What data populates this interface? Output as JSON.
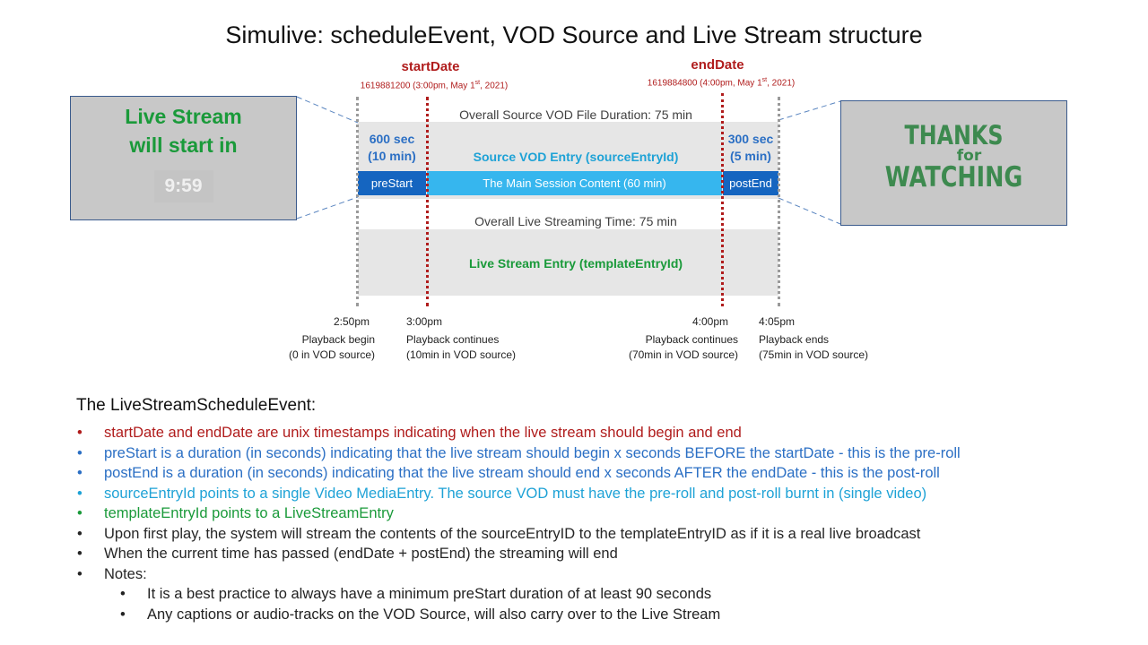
{
  "title": "Simulive: scheduleEvent, VOD Source and Live Stream structure",
  "start_date": {
    "label": "startDate",
    "timestamp": "1619881200 (3:00pm, May 1",
    "ord": "st",
    "year": ", 2021)"
  },
  "end_date": {
    "label": "endDate",
    "timestamp": "1619884800 (4:00pm, May 1",
    "ord": "st",
    "year": ", 2021)"
  },
  "vod": {
    "caption": "Overall Source VOD File Duration: 75 min",
    "pre_dur_1": "600 sec",
    "pre_dur_2": "(10 min)",
    "post_dur_1": "300 sec",
    "post_dur_2": "(5 min)",
    "entry_label": "Source VOD Entry (sourceEntryId)",
    "seg_pre": "preStart",
    "seg_main": "The Main Session Content (60 min)",
    "seg_post": "postEnd"
  },
  "live": {
    "caption": "Overall Live Streaming Time: 75 min",
    "entry_label": "Live Stream Entry (templateEntryId)"
  },
  "countdown": {
    "line1": "Live Stream",
    "line2": "will start in",
    "time": "9:59"
  },
  "thanks": {
    "line1": "THANKS",
    "line2": "for",
    "line3": "WATCHING"
  },
  "ticks": [
    {
      "time": "2:50pm",
      "desc1": "Playback begin",
      "desc2": "(0 in VOD source)"
    },
    {
      "time": "3:00pm",
      "desc1": "Playback continues",
      "desc2": "(10min in VOD source)"
    },
    {
      "time": "4:00pm",
      "desc1": "Playback continues",
      "desc2": "(70min in VOD source)"
    },
    {
      "time": "4:05pm",
      "desc1": "Playback ends",
      "desc2": "(75min in VOD source)"
    }
  ],
  "section_heading": "The LiveStreamScheduleEvent:",
  "bullets": [
    {
      "text": "startDate and endDate are unix timestamps indicating when the live stream should begin and end",
      "color": "#b01c1c"
    },
    {
      "text": "preStart is a duration (in seconds) indicating that the live stream should begin x seconds BEFORE the startDate - this is the pre-roll",
      "color": "#2b6fc4"
    },
    {
      "text": "postEnd is a duration (in seconds) indicating that the live stream should end x seconds AFTER the endDate - this is the post-roll",
      "color": "#2b6fc4"
    },
    {
      "text": "sourceEntryId points to a single Video MediaEntry. The source VOD must have the pre-roll and post-roll burnt in (single video)",
      "color": "#1ea2d6"
    },
    {
      "text": "templateEntryId points to a LiveStreamEntry",
      "color": "#1a9a3a"
    },
    {
      "text": "Upon first play, the system will stream the contents of the sourceEntryID to the templateEntryID as if it is a real live broadcast",
      "color": "#262626"
    },
    {
      "text": "When the current time has passed (endDate + postEnd) the streaming will end",
      "color": "#262626"
    },
    {
      "text": "Notes:",
      "color": "#262626"
    }
  ],
  "sub_bullets": [
    "It is a best practice to always have a minimum preStart duration of at least 90 seconds",
    "Any captions or audio-tracks on the VOD Source, will also carry over to the Live Stream"
  ]
}
